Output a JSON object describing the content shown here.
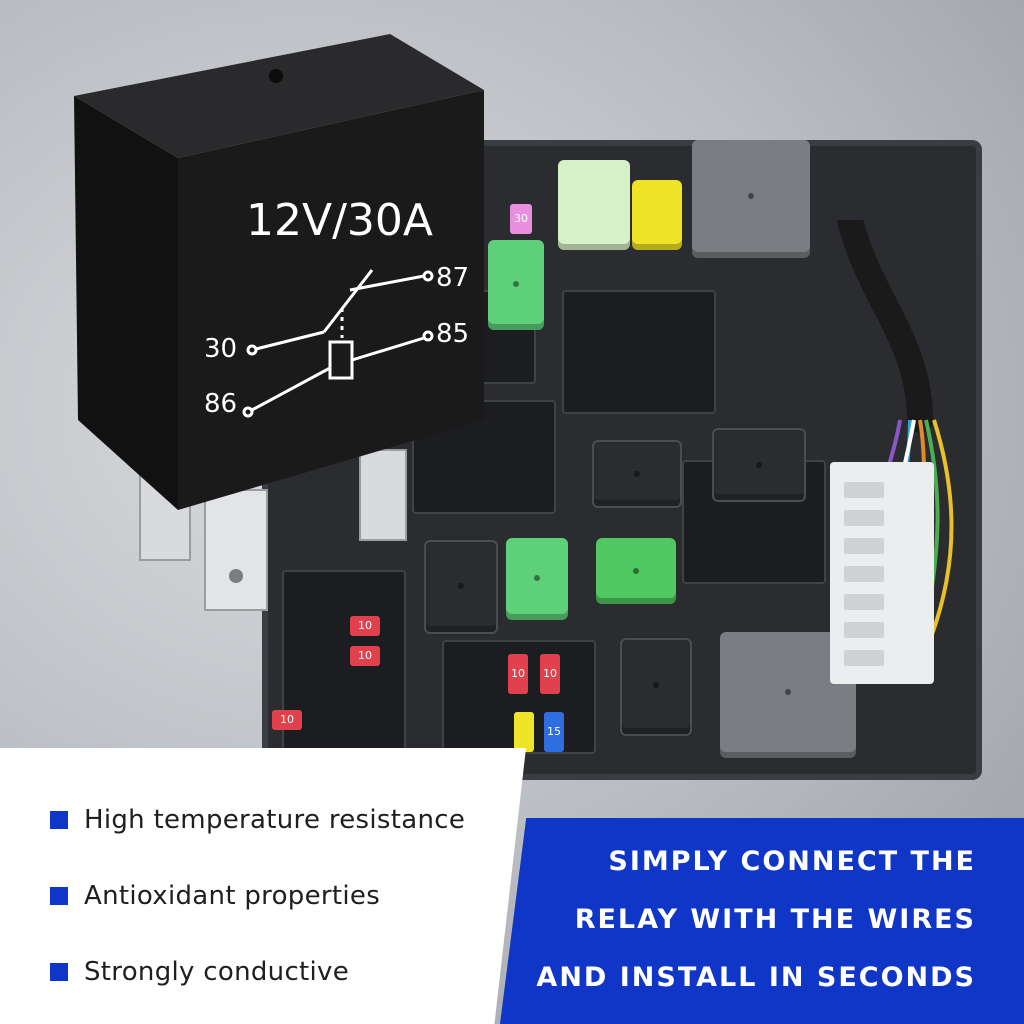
{
  "relay": {
    "rating": "12V/30A",
    "terminals": {
      "t30": "30",
      "t87": "87",
      "t85": "85",
      "t86": "86"
    }
  },
  "fuse_labels": [
    "10",
    "10",
    "10",
    "10",
    "10",
    "15",
    "30"
  ],
  "features": [
    {
      "text": "High temperature resistance",
      "icon": "square-bullet-icon"
    },
    {
      "text": "Antioxidant properties",
      "icon": "square-bullet-icon"
    },
    {
      "text": "Strongly conductive",
      "icon": "square-bullet-icon"
    }
  ],
  "headline": {
    "line1": "SIMPLY CONNECT THE",
    "line2": "RELAY WITH THE WIRES",
    "line3": "AND INSTALL IN SECONDS"
  },
  "colors": {
    "accent_blue": "#0f36c6",
    "relay_body": "#1a1a1a",
    "fuse_red": "#e0414d",
    "fuse_green": "#5fd07a",
    "fuse_yellow": "#f0e428",
    "fuse_blue": "#2f6ee0"
  }
}
